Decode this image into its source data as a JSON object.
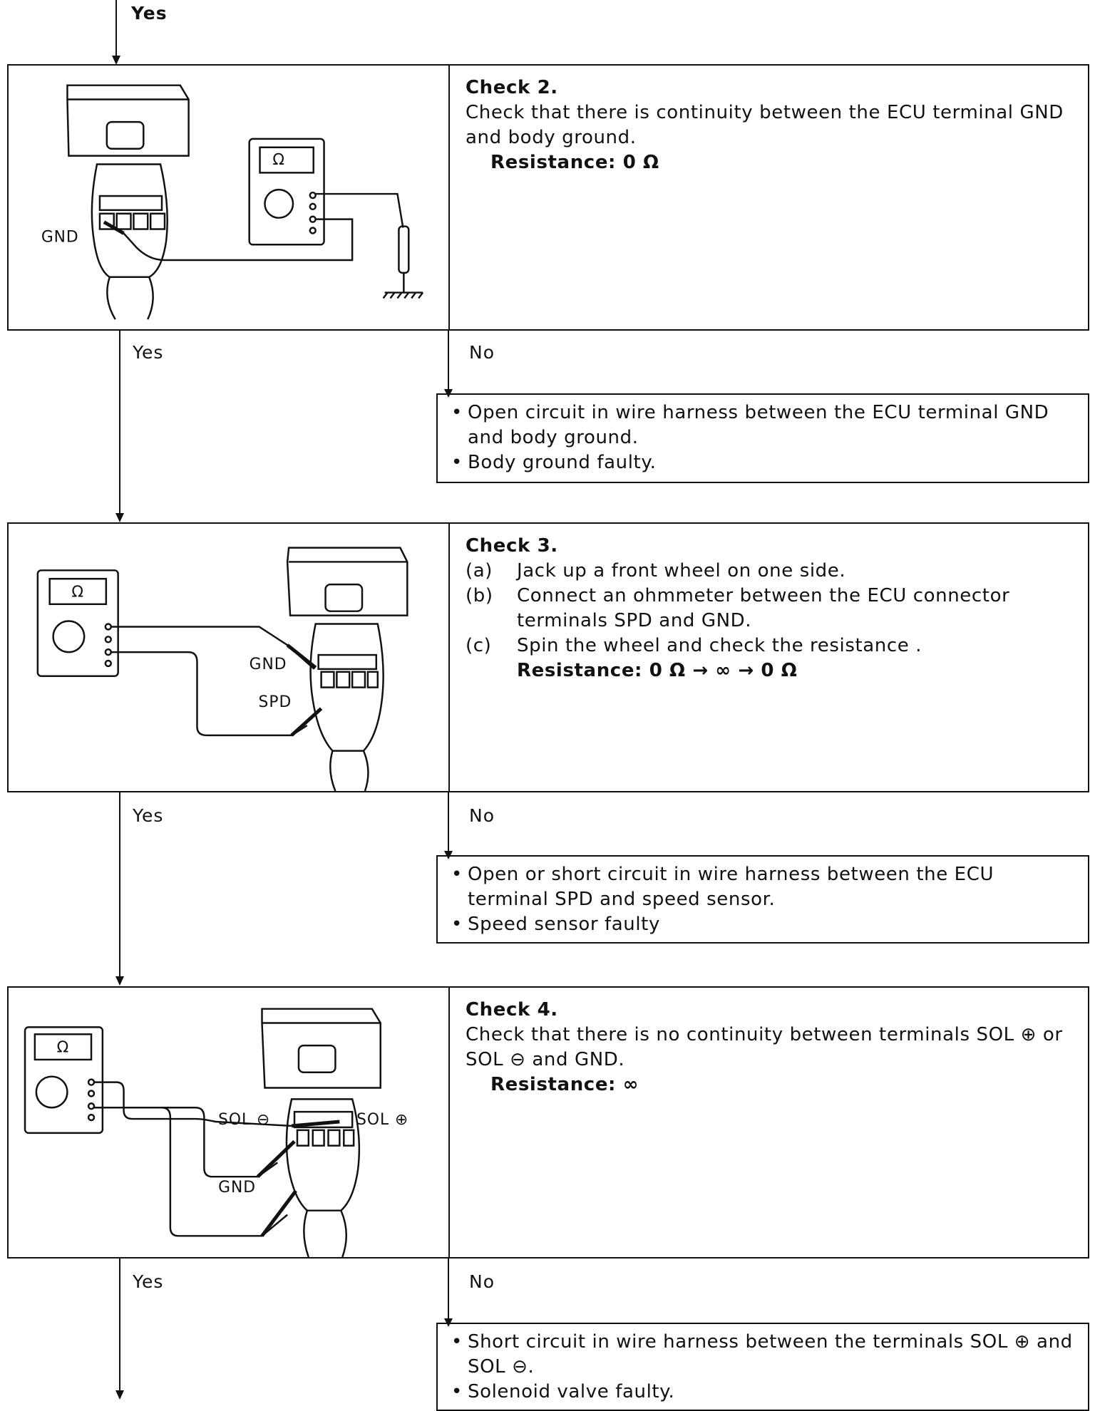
{
  "flow": {
    "top_yes": "Yes",
    "yes_label": "Yes",
    "no_label": "No"
  },
  "check2": {
    "title": "Check 2.",
    "text": "Check that there is continuity between the ECU terminal GND and body ground.",
    "spec": "Resistance:  0 Ω",
    "fig": {
      "gnd": "GND",
      "meter": "Ω"
    },
    "faults": [
      "Open circuit in wire harness between the ECU terminal GND and body ground.",
      "Body ground faulty."
    ]
  },
  "check3": {
    "title": "Check 3.",
    "steps": [
      {
        "key": "(a)",
        "text": "Jack up a front wheel on one side."
      },
      {
        "key": "(b)",
        "text": "Connect an ohmmeter between the ECU connector terminals SPD and GND."
      },
      {
        "key": "(c)",
        "text": "Spin the wheel and check the resistance ."
      }
    ],
    "spec": "Resistance:  0 Ω → ∞ → 0 Ω",
    "fig": {
      "gnd": "GND",
      "spd": "SPD",
      "meter": "Ω"
    },
    "faults": [
      "Open or short circuit in wire harness between the ECU terminal SPD and speed sensor.",
      "Speed sensor faulty"
    ]
  },
  "check4": {
    "title": "Check 4.",
    "text": "Check that there is no continuity between terminals SOL ⊕ or SOL ⊖ and GND.",
    "spec": "Resistance:  ∞",
    "fig": {
      "sol_minus": "SOL ⊖",
      "sol_plus": "SOL ⊕",
      "gnd": "GND",
      "meter": "Ω"
    },
    "faults": [
      "Short circuit in wire harness between the terminals SOL ⊕ and SOL ⊖.",
      "Solenoid valve faulty."
    ]
  }
}
